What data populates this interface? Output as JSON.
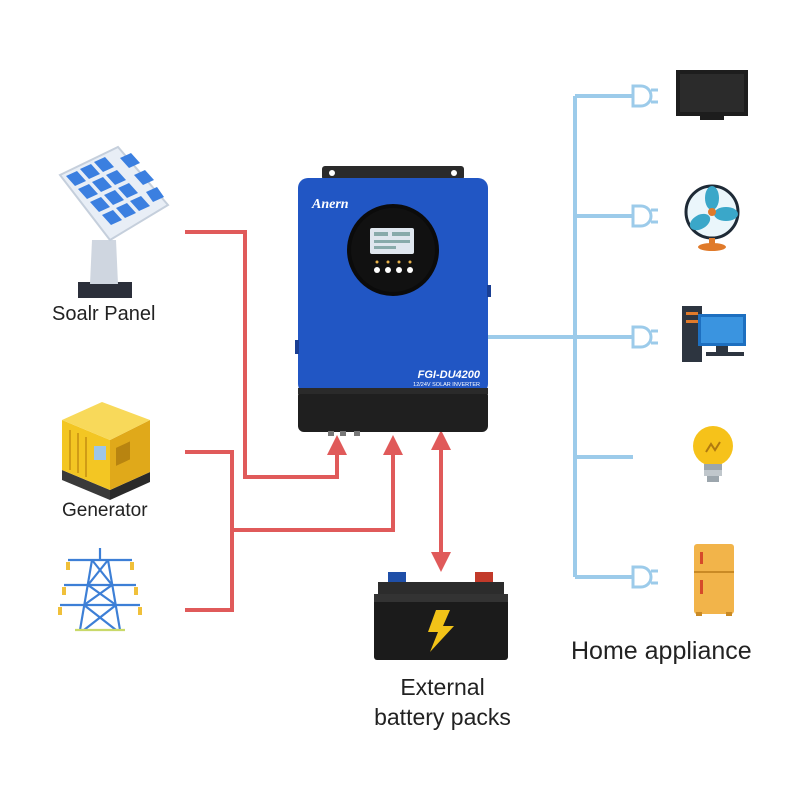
{
  "labels": {
    "solar_panel": "Soalr Panel",
    "generator": "Generator",
    "battery_line1": "External",
    "battery_line2": "battery packs",
    "home_appliance": "Home appliance"
  },
  "inverter": {
    "brand": "Anern",
    "model": "FGI-DU4200",
    "subtitle": "12/24V SOLAR INVERTER"
  },
  "colors": {
    "power_line": "#e05a5a",
    "output_line": "#9ccbea",
    "inverter_blue": "#2156c4",
    "inverter_dark": "#1f1f1f"
  },
  "appliances": [
    "tv-icon",
    "fan-icon",
    "desktop-computer-icon",
    "light-bulb-icon",
    "refrigerator-icon"
  ],
  "sources": [
    "solar-panel-icon",
    "generator-icon",
    "power-grid-tower-icon"
  ]
}
